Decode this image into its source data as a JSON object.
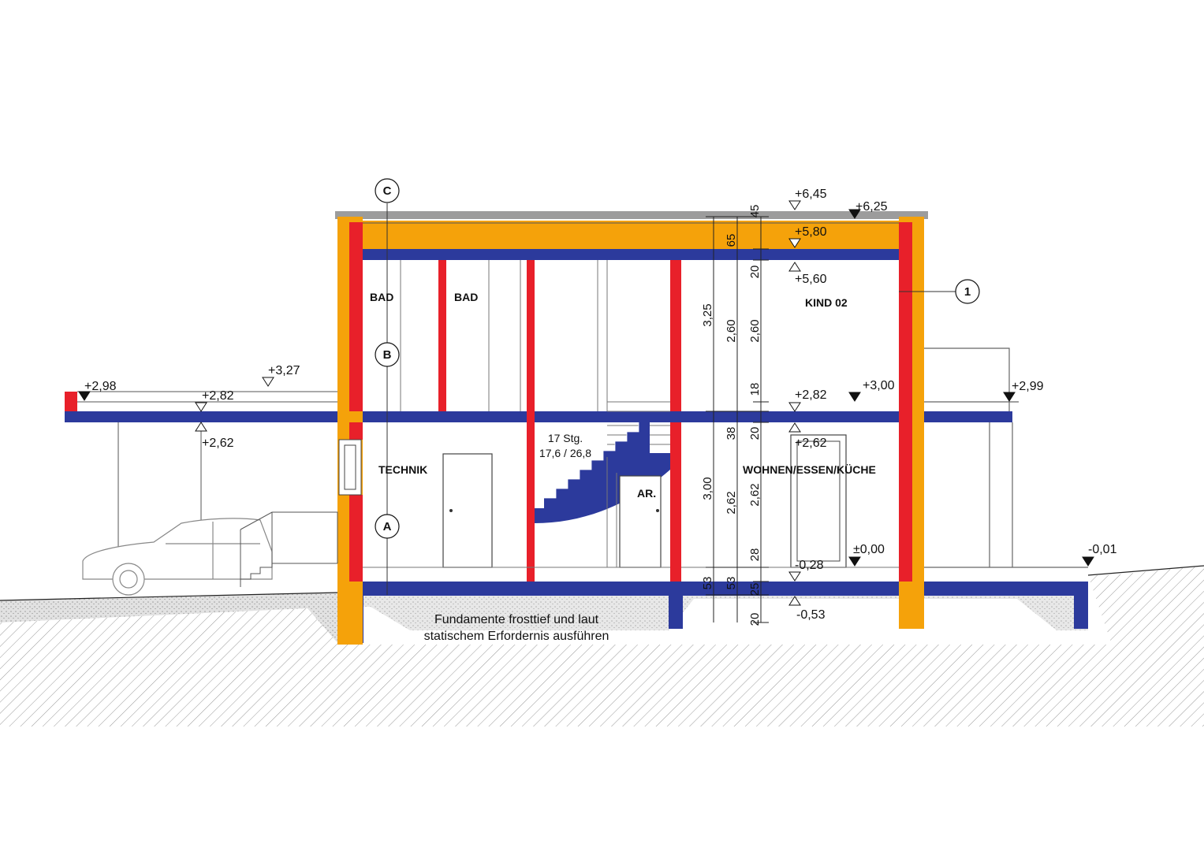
{
  "colors": {
    "orange": "#f5a20a",
    "red": "#e8202a",
    "blue": "#2c3a9c",
    "ground_hatch": "#9a9a9a",
    "gravel": "#d8d8d8"
  },
  "rooms": {
    "bad_1": "BAD",
    "bad_2": "BAD",
    "kind": "KIND 02",
    "technik": "TECHNIK",
    "wohnen": "WOHNEN/ESSEN/KÜCHE",
    "ar": "AR."
  },
  "stairs": {
    "count": "17 Stg.",
    "ratio": "17,6 / 26,8"
  },
  "markers": {
    "a": "A",
    "b": "B",
    "c": "C",
    "one": "1"
  },
  "levels": {
    "l645": "+6,45",
    "l625": "+6,25",
    "l580": "+5,80",
    "l560": "+5,60",
    "l327": "+3,27",
    "l298": "+2,98",
    "l282_left": "+2,82",
    "l262_left": "+2,62",
    "l300": "+3,00",
    "l282_right": "+2,82",
    "l262_right": "+2,62",
    "l299": "+2,99",
    "l000": "±0,00",
    "l028": "-0,28",
    "l053": "-0,53",
    "l001": "-0,01"
  },
  "dimensions": {
    "outer": {
      "d325": "3,25",
      "d300": "3,00",
      "d53": "53"
    },
    "middle": {
      "d65": "65",
      "d260": "2,60",
      "d38": "38",
      "d262": "2,62",
      "d53": "53"
    },
    "inner": {
      "d45": "45",
      "d20a": "20",
      "d260": "2,60",
      "d18": "18",
      "d20b": "20",
      "d262": "2,62",
      "d28": "28",
      "d25": "25",
      "d20c": "20"
    }
  },
  "note": {
    "line1": "Fundamente frosttief und laut",
    "line2": "statischem Erfordernis ausführen"
  }
}
